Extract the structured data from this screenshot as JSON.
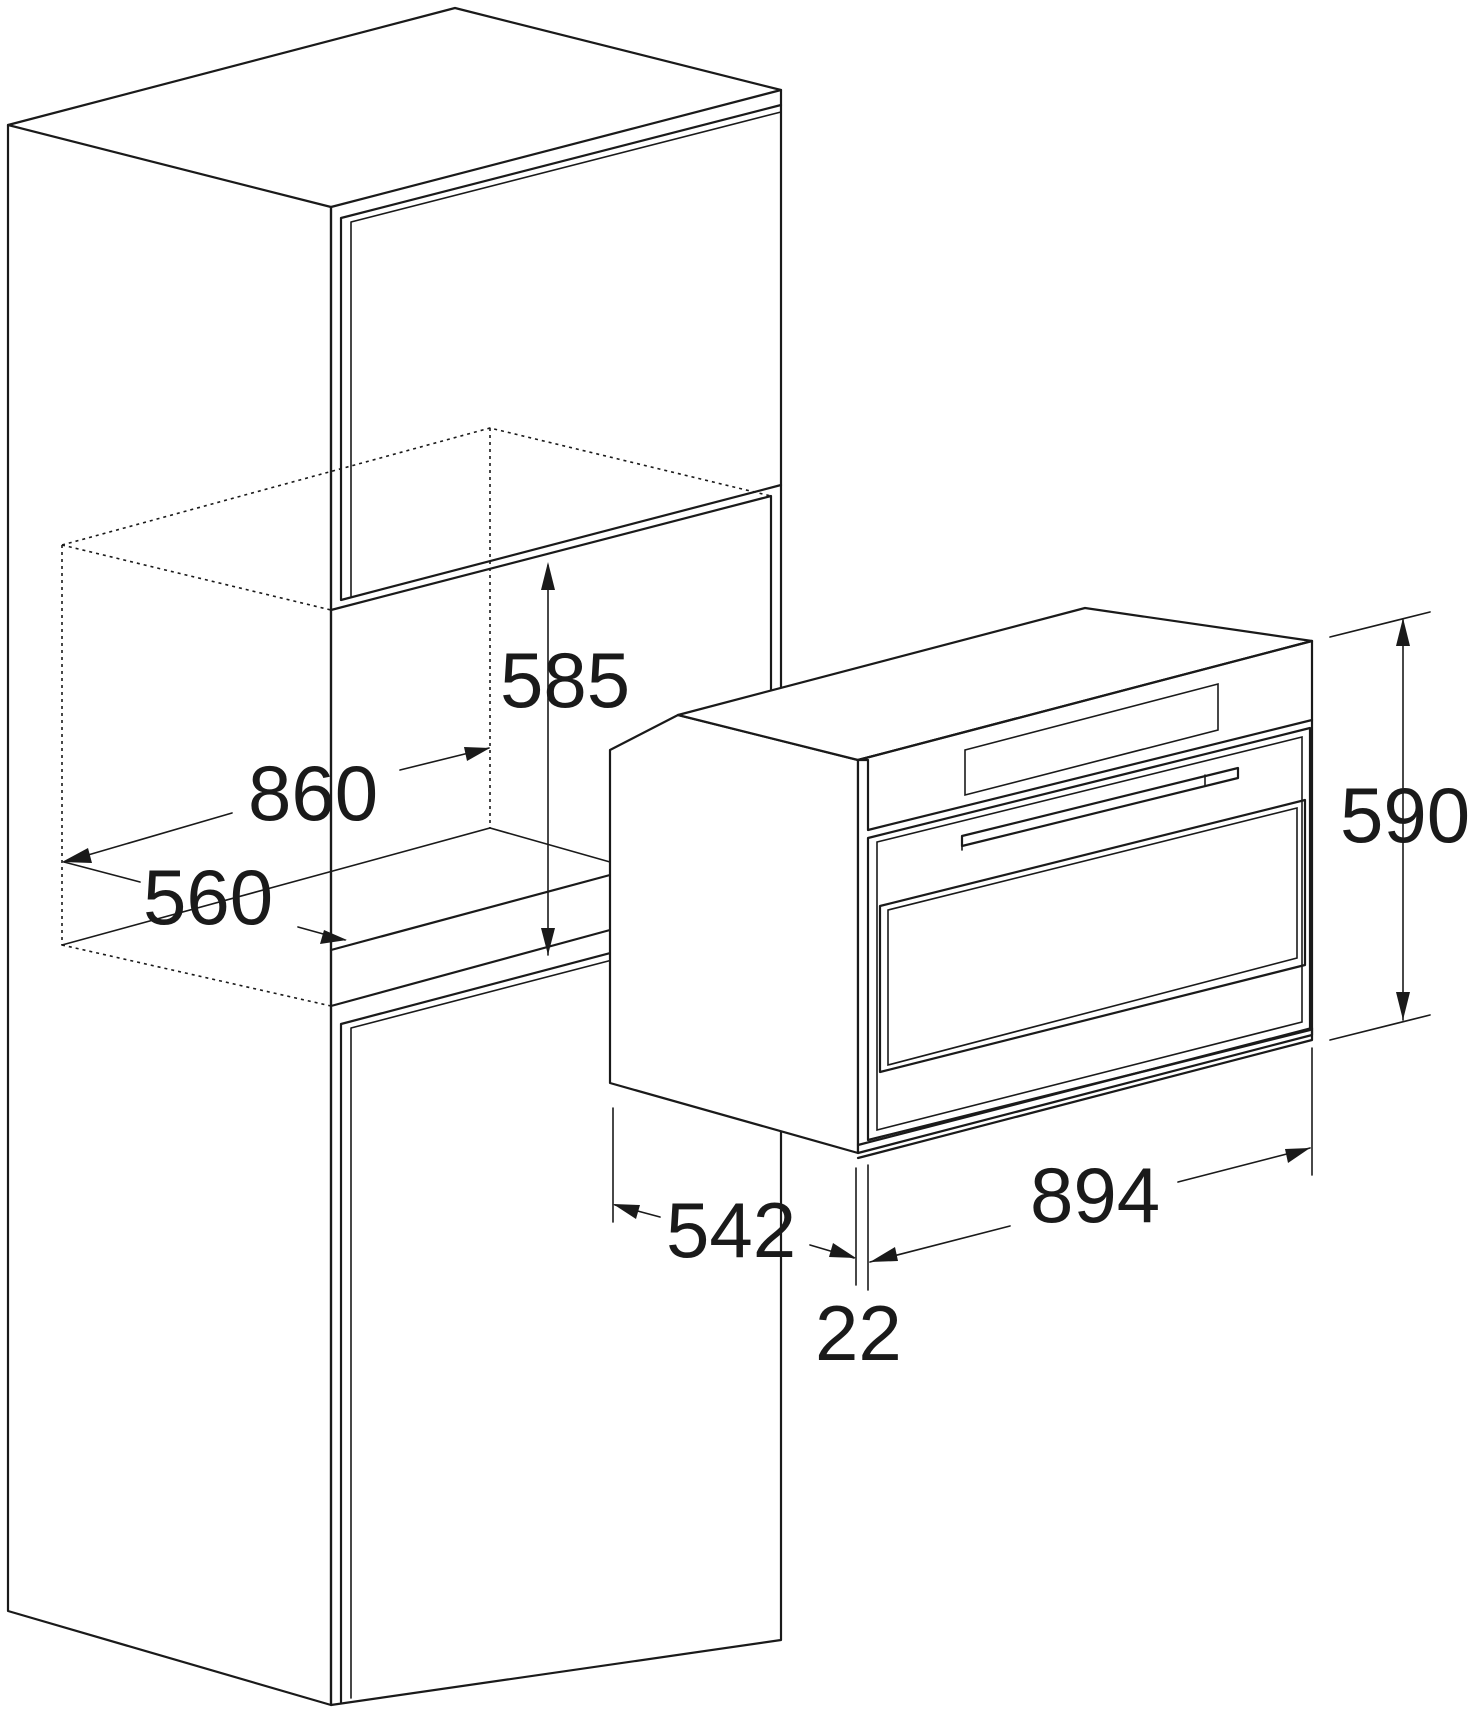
{
  "dimensions": {
    "cutout_width": "860",
    "cutout_depth": "560",
    "cutout_height": "585",
    "appliance_height": "590",
    "appliance_width": "894",
    "appliance_depth": "542",
    "front_protrusion": "22"
  },
  "colors": {
    "line": "#1a1a1a",
    "background": "#ffffff"
  }
}
